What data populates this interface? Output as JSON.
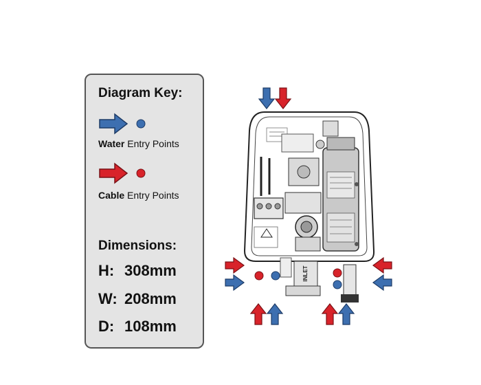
{
  "key": {
    "title": "Diagram Key:",
    "water_word": "Water",
    "water_rest": " Entry Points",
    "cable_word": "Cable",
    "cable_rest": " Entry Points"
  },
  "dimensions": {
    "title": "Dimensions:",
    "rows": [
      {
        "label": "H:",
        "value": "308mm"
      },
      {
        "label": "W:",
        "value": "208mm"
      },
      {
        "label": "D:",
        "value": "108mm"
      }
    ]
  },
  "unit_labels": {
    "inlet": "INLET"
  },
  "colors": {
    "water": "#3d6fb0",
    "cable": "#d8232a",
    "panel_bg": "#e4e4e4"
  }
}
